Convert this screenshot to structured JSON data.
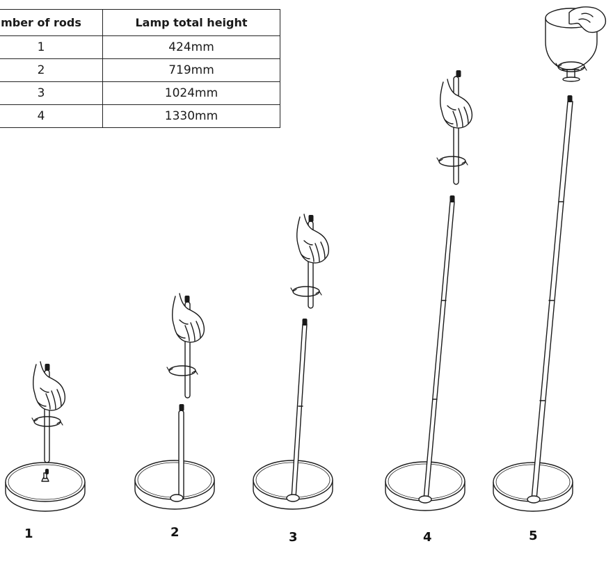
{
  "table": {
    "headers": [
      "mber of rods",
      "Lamp total height"
    ],
    "rows": [
      {
        "rods": "1",
        "height": "424mm"
      },
      {
        "rods": "2",
        "height": "719mm"
      },
      {
        "rods": "3",
        "height": "1024mm"
      },
      {
        "rods": "4",
        "height": "1330mm"
      }
    ]
  },
  "steps": [
    "1",
    "2",
    "3",
    "4",
    "5"
  ],
  "colors": {
    "line": "#1a1a1a",
    "fill": "#ffffff"
  }
}
